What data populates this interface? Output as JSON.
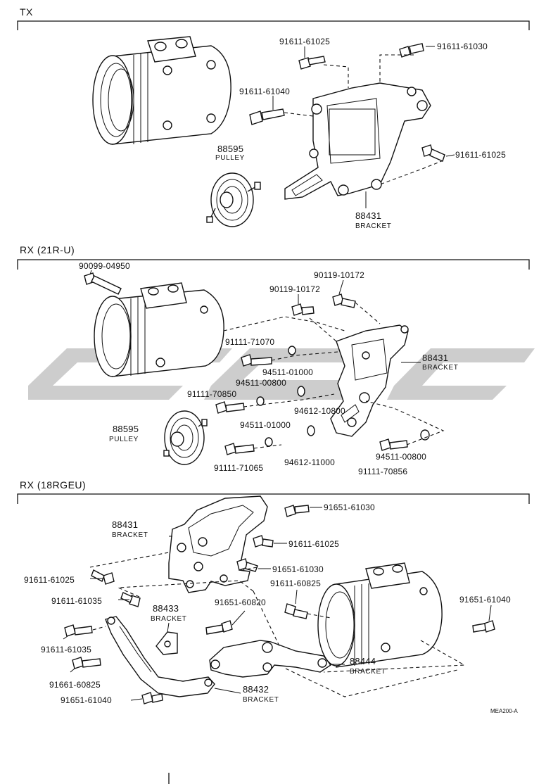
{
  "watermark": {
    "color": "#c8c8c8",
    "icon": "brand-swoosh-logo"
  },
  "sections": [
    {
      "id": "tx",
      "title": "TX"
    },
    {
      "id": "rx21",
      "title": "RX (21R-U)"
    },
    {
      "id": "rx18",
      "title": "RX (18RGEU)"
    }
  ],
  "tx": {
    "bolt_top_left": "91611-61025",
    "bolt_top_right": "91611-61030",
    "bolt_mid": "91611-61040",
    "bolt_right": "91611-61025",
    "pulley_no": "88595",
    "pulley_name": "PULLEY",
    "bracket_no": "88431",
    "bracket_name": "BRACKET"
  },
  "rx21": {
    "bolt_long": "90099-04950",
    "bolt_a": "90119-10172",
    "bolt_b": "90119-10172",
    "bolt_c": "91111-71070",
    "washer_a": "94511-01000",
    "washer_b": "94511-00800",
    "bolt_d": "91111-70850",
    "washer_c": "94612-10800",
    "washer_d": "94511-01000",
    "bolt_e": "91111-71065",
    "washer_e": "94612-11000",
    "bolt_f": "91111-70856",
    "washer_f": "94511-00800",
    "pulley_no": "88595",
    "pulley_name": "PULLEY",
    "bracket_no": "88431",
    "bracket_name": "BRACKET"
  },
  "rx18": {
    "bolt_top": "91651-61030",
    "bolt_a": "91611-61025",
    "bolt_b": "91651-61030",
    "bolt_left_a": "91611-61025",
    "bolt_c": "91611-60825",
    "bolt_left_b": "91611-61035",
    "bolt_d": "91651-60820",
    "bolt_right": "91651-61040",
    "bolt_left_c": "91611-61035",
    "bolt_left_d": "91661-60825",
    "bolt_bottom": "91651-61040",
    "bracket1_no": "88431",
    "bracket1_name": "BRACKET",
    "bracket2_no": "88433",
    "bracket2_name": "BRACKET",
    "bracket3_no": "88444",
    "bracket3_name": "BRACKET",
    "bracket4_no": "88432",
    "bracket4_name": "BRACKET"
  },
  "drawing_code": "MEA200-A"
}
